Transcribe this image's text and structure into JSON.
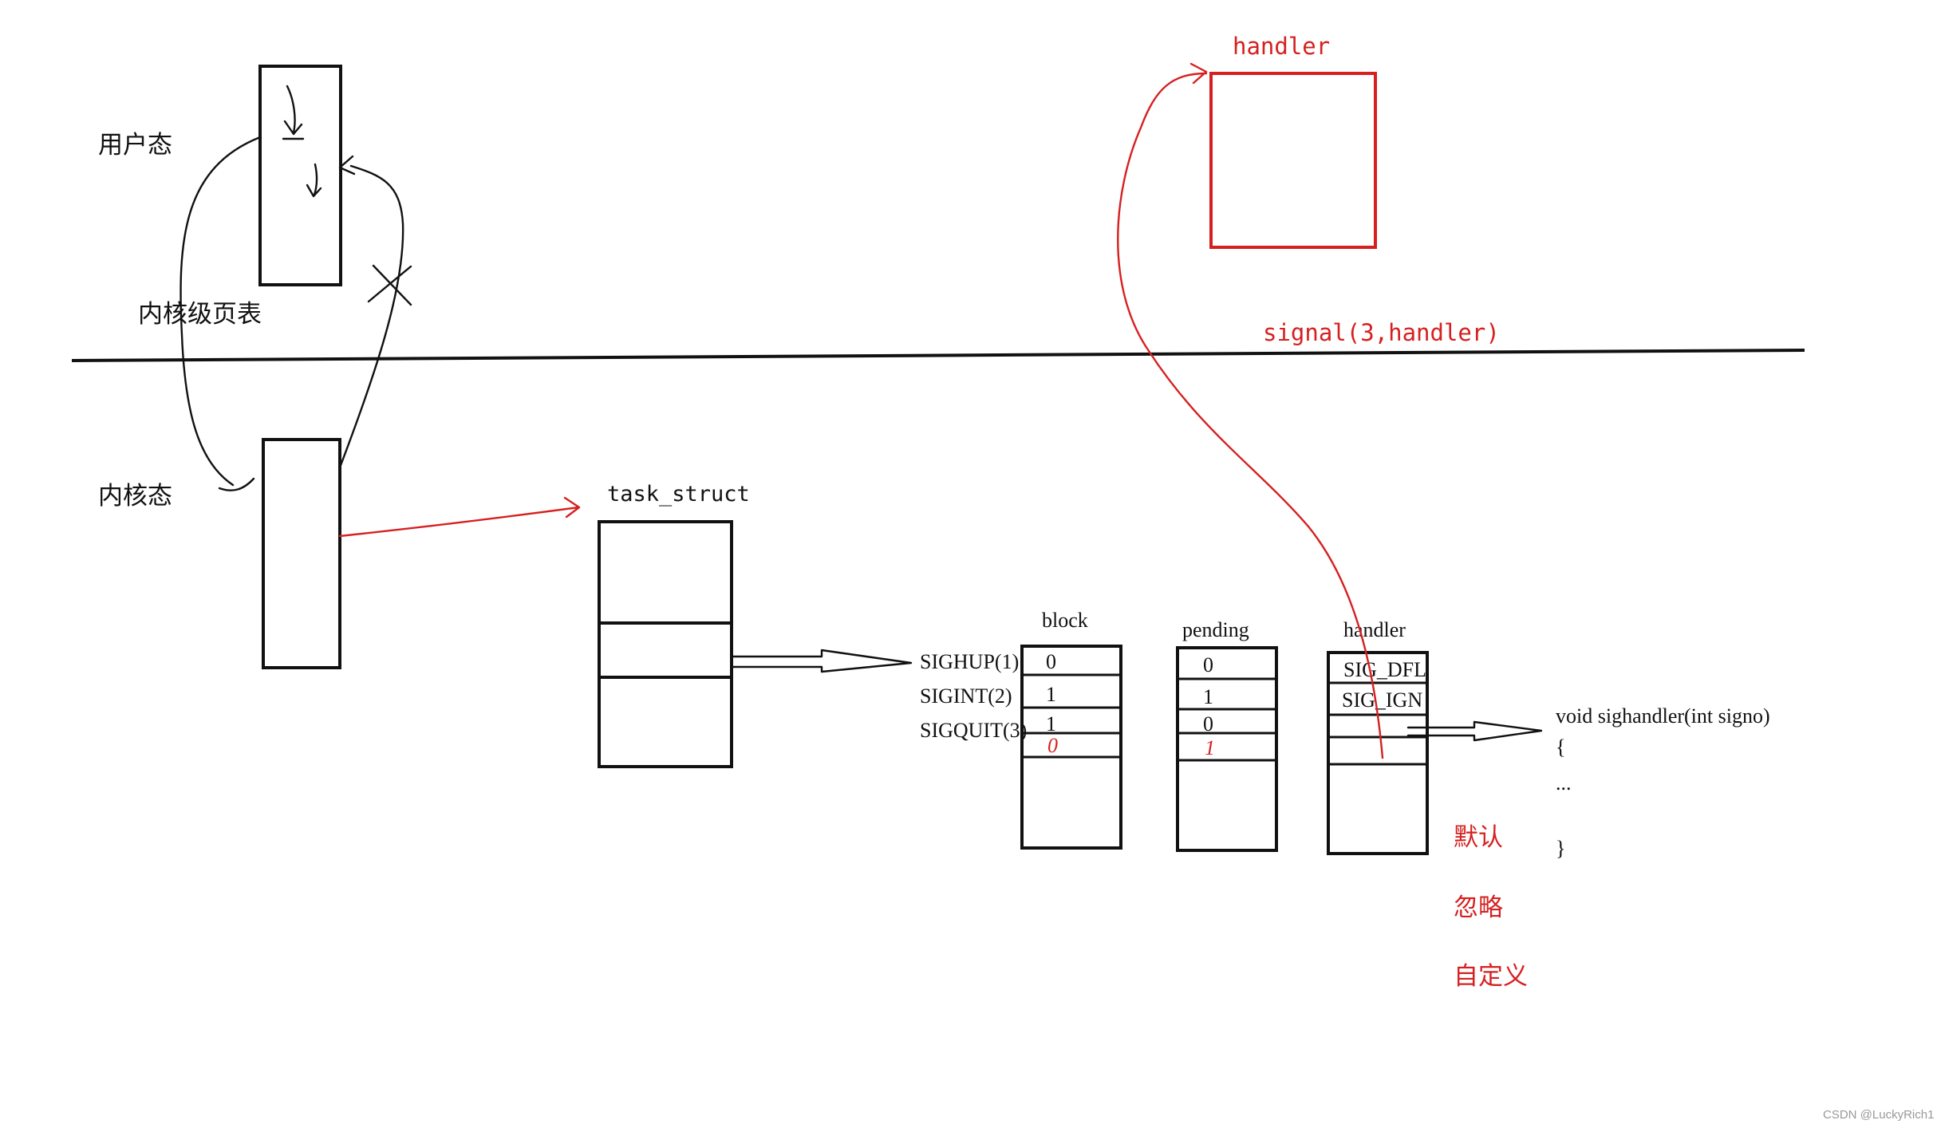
{
  "colors": {
    "ink": "#111111",
    "accent_red": "#d62020",
    "watermark": "#999999",
    "background": "#ffffff"
  },
  "labels": {
    "user_mode": "用户态",
    "kernel_page_table": "内核级页表",
    "kernel_mode": "内核态",
    "task_struct": "task_struct",
    "handler_top": "handler",
    "signal_call": "signal(3,handler)"
  },
  "tables": {
    "block": {
      "title": "block",
      "cells": [
        "0",
        "1",
        "1"
      ],
      "annotation": "0"
    },
    "pending": {
      "title": "pending",
      "cells": [
        "0",
        "1",
        "0"
      ],
      "annotation": "1"
    },
    "handler": {
      "title": "handler",
      "cells": [
        "SIG_DFL",
        "SIG_IGN"
      ]
    }
  },
  "signals": [
    "SIGHUP(1)",
    "SIGINT(2)",
    "SIGQUIT(3)"
  ],
  "handler_options": [
    "默认",
    "忽略",
    "自定义"
  ],
  "code_lines": [
    "void sighandler(int signo)",
    "{",
    "...",
    "}"
  ],
  "watermark": "CSDN @LuckyRich1"
}
